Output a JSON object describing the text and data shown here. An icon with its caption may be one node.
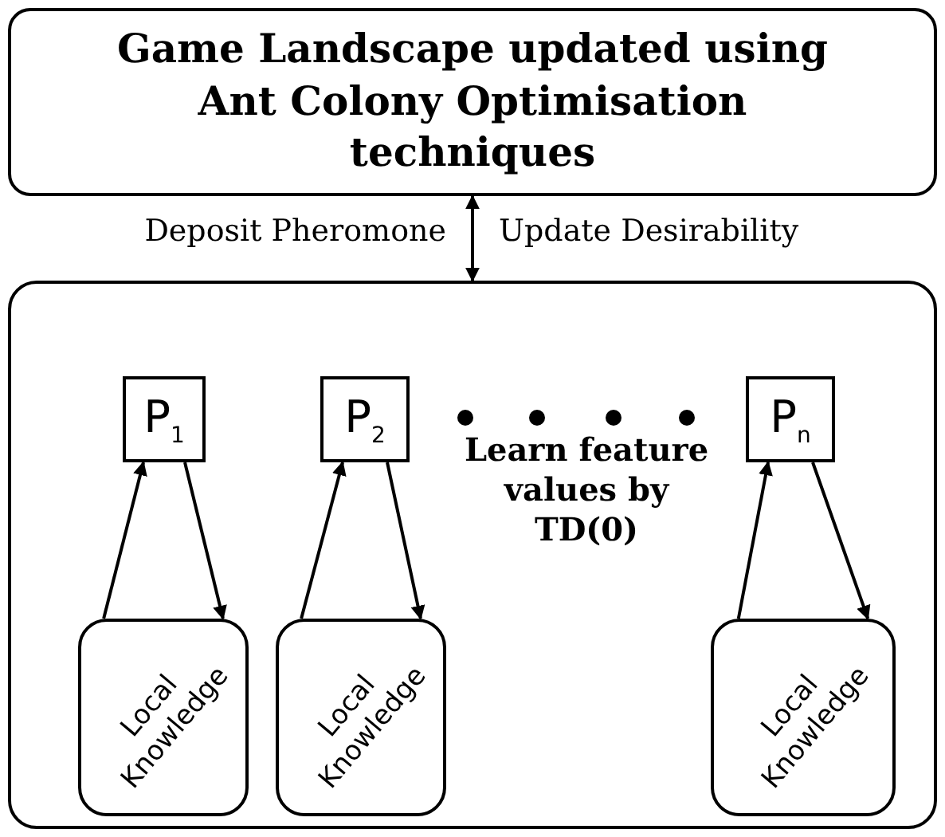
{
  "diagram": {
    "nodes": [
      {
        "text": [
          "Game Landscape updated using Ant Colony Optimisation techniques"
        ]
      },
      {
        "text": [],
        "shape": "box"
      },
      {
        "text": [
          "P$_{1}$"
        ],
        "in": 1
      },
      {
        "text": [
          "P$_{2}$"
        ],
        "in": 1
      },
      {
        "text": [
          "P$_{n}$"
        ],
        "in": 1
      },
      {
        "text": [
          "Local Knowledge"
        ],
        "in": 1
      },
      {
        "text": [
          "Local Knowledge"
        ],
        "in": 1
      },
      {
        "text": [
          "Local Knowledge"
        ],
        "in": 1
      }
    ],
    "edges": [
      {
        "from": 0,
        "to": 1,
        "arrow": "both"
      },
      {
        "from": 5,
        "to": 2,
        "arrow": "to"
      },
      {
        "from": 2,
        "to": 5,
        "arrow": "to"
      },
      {
        "from": 6,
        "to": 3,
        "arrow": "to"
      },
      {
        "from": 3,
        "to": 6,
        "arrow": "to"
      },
      {
        "from": 7,
        "to": 4,
        "arrow": "to"
      },
      {
        "from": 4,
        "to": 7,
        "arrow": "to"
      }
    ],
    "labels": [
      "Deposit Pheromone",
      "Update Desirability",
      "Learn feature values by TD(0)"
    ]
  }
}
